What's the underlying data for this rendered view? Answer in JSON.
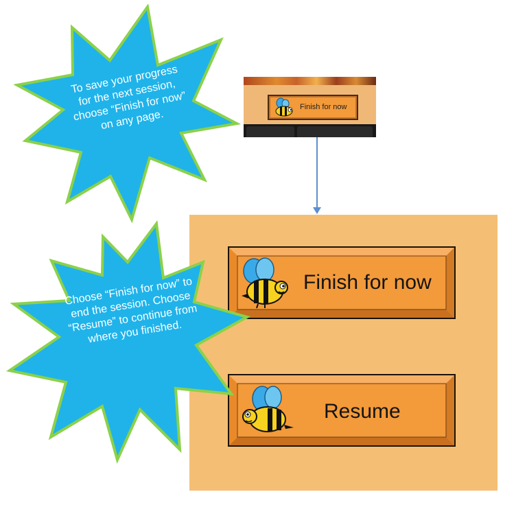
{
  "callouts": {
    "top": "To save your progress for the next session, choose “Finish for now” on any page.",
    "bottom": "Choose “Finish for now” to end the session. Choose “Resume” to continue from where you finished."
  },
  "inset": {
    "button_label": "Finish for now"
  },
  "panel": {
    "finish_label": "Finish for now",
    "resume_label": "Resume"
  },
  "colors": {
    "callout_fill": "#1fb3ea",
    "callout_stroke": "#8bd14a",
    "panel": "#f4bf74",
    "button": "#f39a3a"
  },
  "icons": [
    "bee-icon"
  ]
}
